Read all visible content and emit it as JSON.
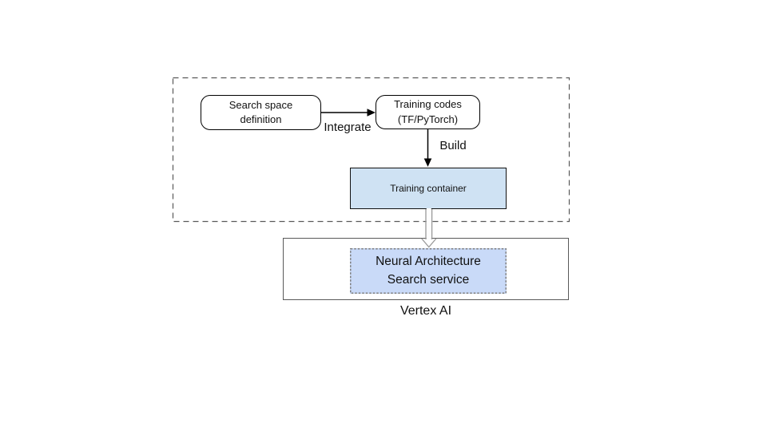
{
  "diagram": {
    "nodes": {
      "search_space": {
        "label": "Search space\ndefinition"
      },
      "training_codes": {
        "label": "Training codes\n(TF/PyTorch)"
      },
      "training_container": {
        "label": "Training container",
        "fill": "#cfe2f3"
      },
      "nas_service": {
        "label": "Neural Architecture\nSearch service",
        "fill": "#c9daf8"
      }
    },
    "edges": {
      "integrate": {
        "label": "Integrate"
      },
      "build": {
        "label": "Build"
      }
    },
    "groups": {
      "vertex_ai": {
        "label": "Vertex AI"
      }
    },
    "colors": {
      "node_border": "#000000",
      "group_dashed_border": "#595959",
      "vertex_box_border": "#595959",
      "nas_dotted_border": "#7f7f7f",
      "arrow": "#000000",
      "hollow_arrow_outline": "#999999"
    }
  }
}
